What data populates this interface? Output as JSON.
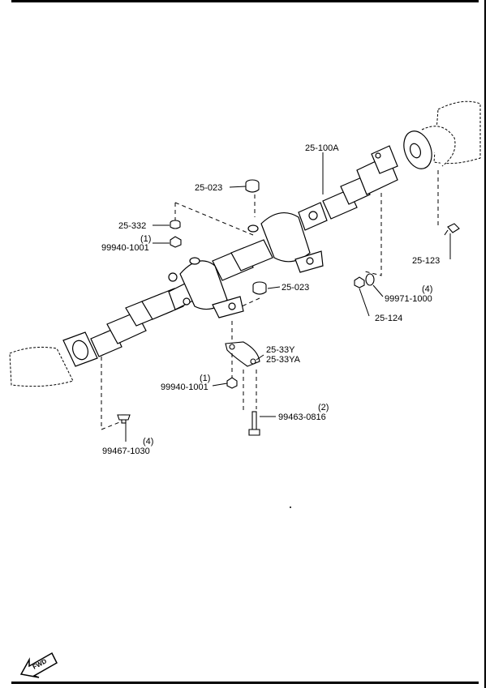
{
  "diagram": {
    "parts": [
      {
        "id": "p_25100A",
        "label": "25-100A"
      },
      {
        "id": "p_25023a",
        "label": "25-023"
      },
      {
        "id": "p_25332",
        "label": "25-332"
      },
      {
        "id": "p_99940a",
        "label": "99940-1001",
        "qty": "(1)"
      },
      {
        "id": "p_25023b",
        "label": "25-023"
      },
      {
        "id": "p_25123",
        "label": "25-123"
      },
      {
        "id": "p_99971",
        "label": "99971-1000",
        "qty": "(4)"
      },
      {
        "id": "p_25124",
        "label": "25-124"
      },
      {
        "id": "p_2533Y",
        "label": "25-33Y"
      },
      {
        "id": "p_2533YA",
        "label": "25-33YA"
      },
      {
        "id": "p_99940b",
        "label": "99940-1001",
        "qty": "(1)"
      },
      {
        "id": "p_99463",
        "label": "99463-0816",
        "qty": "(2)"
      },
      {
        "id": "p_99467",
        "label": "99467-1030",
        "qty": "(4)"
      }
    ],
    "fwd_label": "FWD"
  }
}
